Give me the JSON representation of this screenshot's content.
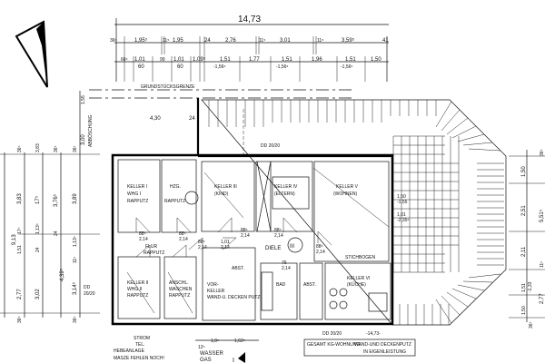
{
  "drawing": {
    "total_width": "14,73",
    "total_width_bottom": "-14,73-",
    "property_line": "GRUNDSTÜCKSGRENZE",
    "slope_label": "ABBÖSCHUNG",
    "slope_depth": "3,00",
    "slope_top": "1,55",
    "terrace_dim": "4,30",
    "terrace_wall": "24",
    "ceiling_beam_top": "DD 20/20",
    "ceiling_beam_left": [
      "DD",
      "20/20"
    ],
    "ceiling_beam_bottom": "DD 20/20",
    "top_dims_row1": [
      "36⁵",
      "1,95⁵",
      "11⁵",
      "1,95",
      "24",
      "2,76",
      "11⁵",
      "3,01",
      "11⁵",
      "3,59⁵",
      "41"
    ],
    "top_dims_row2": [
      "66⁵",
      "1,01",
      "60",
      "99",
      "1,01",
      "60",
      "1,09⁵",
      "1,51",
      "-1,56⁵",
      "1,77",
      "1,51",
      "-1,56⁵",
      "1,96",
      "1,51",
      "-1,56⁵",
      "1,50"
    ],
    "left_dims": [
      "9,13",
      "36⁵",
      "3,83",
      "17⁵",
      "1,51",
      "2,77",
      "36⁵",
      "3,83",
      "17⁵",
      "1,13⁵",
      "24",
      "3,02",
      "36⁵",
      "3,76⁵",
      "24",
      "4,39⁵",
      "36⁵",
      "3,89",
      "1,13⁵",
      "11⁵",
      "3,14⁵",
      "36⁵"
    ],
    "right_dims": [
      "36⁵",
      "1,50",
      "2,51",
      "5,51⁵",
      "2,11",
      "11⁵",
      "1,51",
      "-1,33",
      "2,77",
      "1,50",
      "36⁵"
    ],
    "window_heights": [
      "1,50",
      "-1,55",
      "1,01",
      "-2,35⁵"
    ],
    "rooms": [
      {
        "name": "KELLER I",
        "sub": "WHG I",
        "finish": "RAPPUTZ"
      },
      {
        "name": "HZG.",
        "sub": "",
        "finish": "RAPPUTZ"
      },
      {
        "name": "KELLER III",
        "sub": "(KIND)",
        "finish": ""
      },
      {
        "name": "KELLER IV",
        "sub": "(ELTERN)",
        "finish": ""
      },
      {
        "name": "KELLER V",
        "sub": "(WOHNEN)",
        "finish": ""
      },
      {
        "name": "FLUR",
        "sub": "",
        "finish": "RAPPUTZ"
      },
      {
        "name": "DIELE",
        "sub": "",
        "finish": ""
      },
      {
        "name": "KELLER II",
        "sub": "WHG II",
        "finish": "RAPPUTZ"
      },
      {
        "name": "ANSCHL.",
        "sub": "WASCHEN",
        "finish": "RAPPUTZ"
      },
      {
        "name": "VOR-",
        "sub": "KELLER",
        "finish": "WAND-U. DECKEN PUTZ"
      },
      {
        "name": "BAD",
        "sub": "",
        "finish": ""
      },
      {
        "name": "ABST.",
        "sub": "",
        "finish": ""
      },
      {
        "name": "KELLER VI",
        "sub": "(KÜCHE)",
        "finish": ""
      },
      {
        "name": "ABST.",
        "sub": "",
        "finish": ""
      }
    ],
    "door_size": [
      "88⁵",
      "2,14"
    ],
    "door_size_small": [
      "76",
      "2,14"
    ],
    "door_size_wide": [
      "1,01",
      "2,14"
    ],
    "arch_label": "STICHBOGEN",
    "stair_symbol": "III",
    "utilities": [
      "STROM",
      "TEL.",
      "WASSER",
      "GAS"
    ],
    "pump_note": [
      "HEBEANLAGE",
      "MASZE FEHLEN NOCH!"
    ],
    "bottom_dims": [
      "1,0⁵",
      "1,62⁵",
      "12⁵"
    ],
    "section_marker": "I",
    "note": [
      "GESAMT KG-WOHNUNG:",
      "WAND-UND DECKENPUTZ",
      "IN EIGENLEISTUNG"
    ]
  }
}
